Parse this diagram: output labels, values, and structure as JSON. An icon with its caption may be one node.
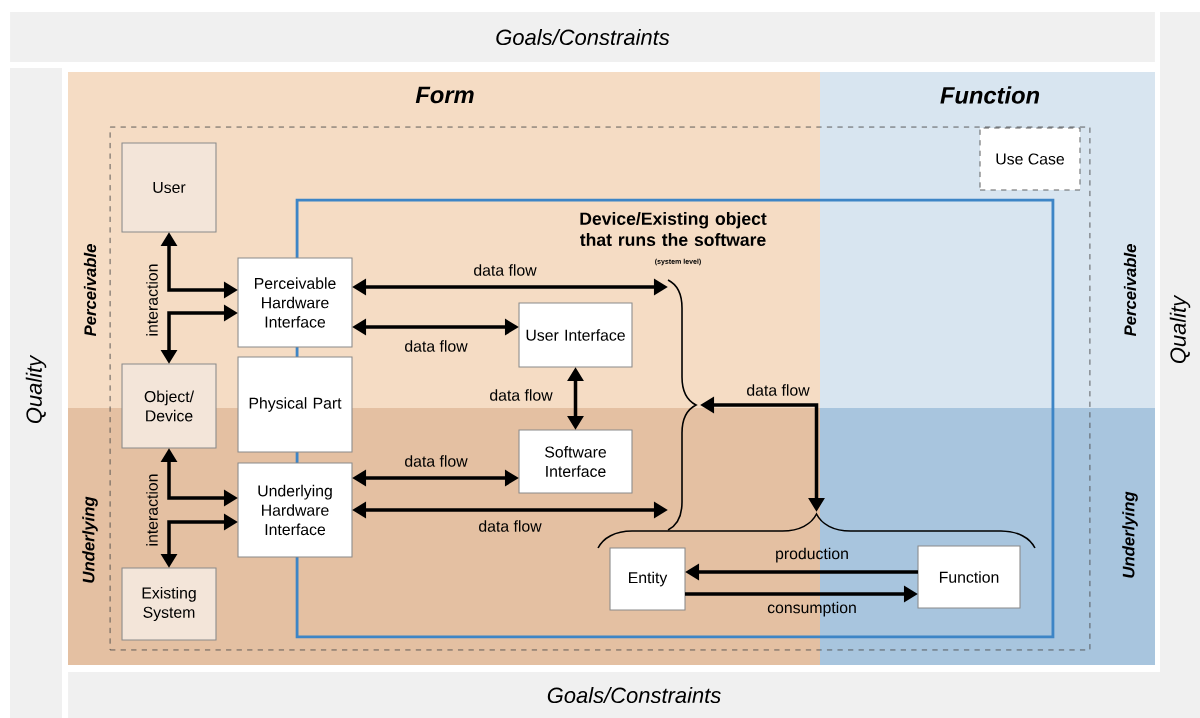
{
  "diagram": {
    "nodes": [
      {
        "text": [
          "Goals/Constraints"
        ]
      },
      {
        "text": [
          "Quality"
        ]
      },
      {
        "text": [
          "Quality"
        ]
      },
      {
        "text": [
          "Use Case"
        ]
      },
      {
        "text": [
          "User"
        ],
        "in": 3
      },
      {
        "text": [
          "Perceivable Hardware Interface"
        ],
        "in": 3
      },
      {
        "text": [
          "Device/Existing object that runs the software",
          "(system level)"
        ],
        "in": 3
      },
      {
        "text": [
          "User Interface"
        ],
        "in": 6
      },
      {
        "text": [
          "Object/ Device"
        ],
        "in": 3
      },
      {
        "text": [
          "Physical Part"
        ],
        "in": 3
      },
      {
        "text": [],
        "shape": "brace",
        "in": 6
      },
      {
        "text": [
          "Software Interface"
        ],
        "in": 6
      },
      {
        "text": [
          "Underlying Hardware Interface"
        ],
        "in": 3
      },
      {
        "text": [],
        "shape": "brace",
        "in": 6
      },
      {
        "text": [
          "Entity"
        ],
        "in": 6
      },
      {
        "text": [
          "Function"
        ],
        "in": 6
      },
      {
        "text": [
          "Existing System"
        ],
        "in": 3
      },
      {
        "text": [
          "Goals/Constraints"
        ]
      }
    ],
    "edges": [
      {
        "from": 4,
        "to": 5,
        "arrow": "both",
        "label": "interaction"
      },
      {
        "from": 5,
        "to": 8,
        "arrow": "both"
      },
      {
        "from": 8,
        "to": 12,
        "arrow": "both",
        "label": "interaction"
      },
      {
        "from": 12,
        "to": 16,
        "arrow": "both"
      },
      {
        "from": 5,
        "to": 10,
        "arrow": "both",
        "label": "data flow"
      },
      {
        "from": 5,
        "to": 7,
        "arrow": "both",
        "label": "data flow"
      },
      {
        "from": 7,
        "to": 11,
        "arrow": "both",
        "label": "data flow"
      },
      {
        "from": 12,
        "to": 11,
        "arrow": "both",
        "label": "data flow"
      },
      {
        "from": 12,
        "to": 10,
        "arrow": "both",
        "label": "data flow"
      },
      {
        "from": 10,
        "to": 13,
        "arrow": "both",
        "label": "data flow"
      },
      {
        "from": 15,
        "to": 14,
        "arrow": "to",
        "label": "production"
      },
      {
        "from": 14,
        "to": 15,
        "arrow": "to",
        "label": "consumption"
      }
    ],
    "labels": [
      "Form",
      "Function",
      "Perceivable",
      "Perceivable",
      "Underlying",
      "Underlying"
    ]
  }
}
